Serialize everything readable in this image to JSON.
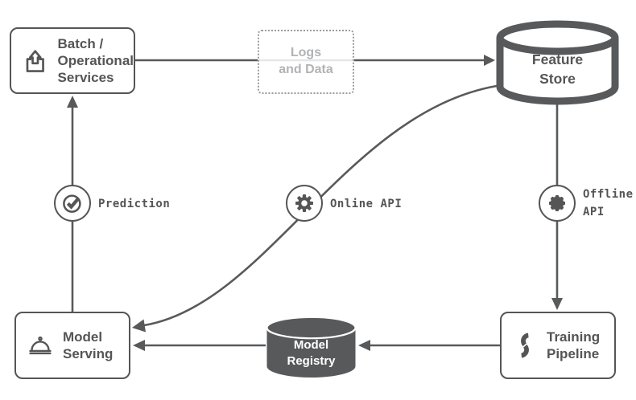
{
  "title": "Feature Store architecture diagram",
  "colors": {
    "primary": "#555555",
    "muted_text": "#b1b3b5",
    "muted_border": "#9b9b9b",
    "registry_fill": "#555555",
    "registry_text": "#ffffff",
    "background": "#ffffff"
  },
  "nodes": {
    "batch": {
      "label": "Batch /\nOperational\nServices",
      "icon": "upload-icon"
    },
    "logs": {
      "label": "Logs\nand Data"
    },
    "feature_store": {
      "label": "Feature\nStore",
      "shape": "cylinder"
    },
    "prediction": {
      "label": "Prediction",
      "icon": "check-circle-icon"
    },
    "online_api": {
      "label": "Online API",
      "icon": "gear-icon"
    },
    "offline_api": {
      "label": "Offline\nAPI",
      "icon": "gear-solid-icon"
    },
    "model_serving": {
      "label": "Model\nServing",
      "icon": "cloche-icon"
    },
    "model_registry": {
      "label": "Model\nRegistry",
      "shape": "cylinder-dark"
    },
    "training_pipeline": {
      "label": "Training\nPipeline",
      "icon": "pipeline-icon"
    }
  },
  "edges": [
    {
      "from": "batch",
      "to": "feature_store",
      "via": "logs"
    },
    {
      "from": "feature_store",
      "to": "training_pipeline",
      "via": "offline_api"
    },
    {
      "from": "training_pipeline",
      "to": "model_registry"
    },
    {
      "from": "model_registry",
      "to": "model_serving"
    },
    {
      "from": "feature_store",
      "to": "model_serving",
      "via": "online_api"
    },
    {
      "from": "model_serving",
      "to": "batch",
      "via": "prediction"
    }
  ]
}
